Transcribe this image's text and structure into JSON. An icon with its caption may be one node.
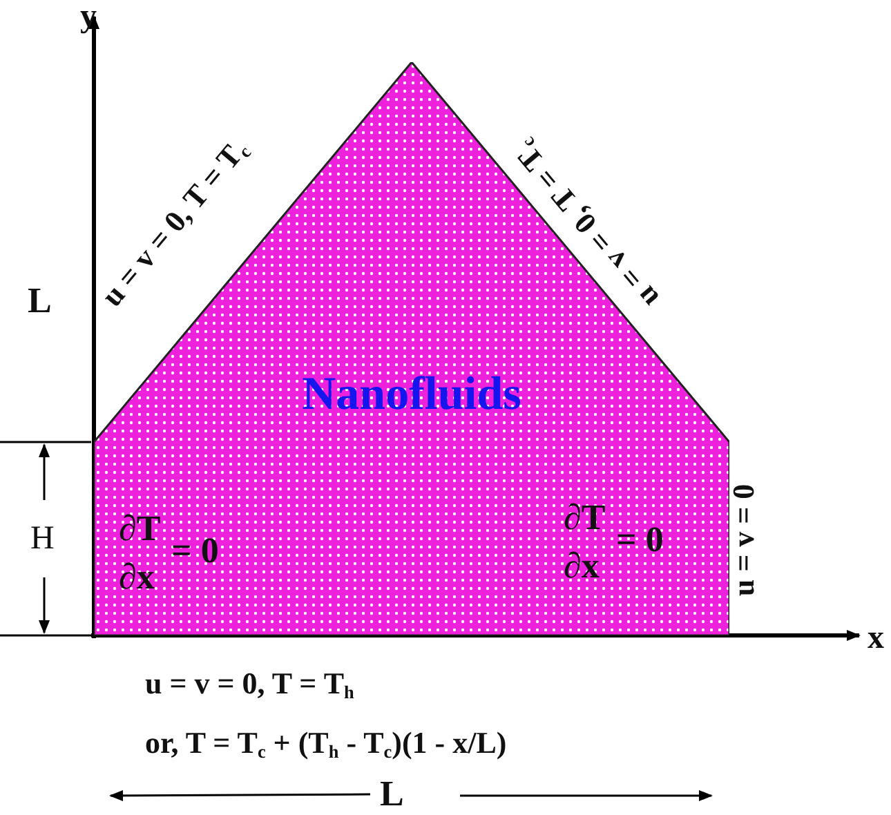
{
  "diagram": {
    "nodes": [
      {
        "text": [
          "Nanofluids"
        ]
      }
    ],
    "labels": [
      "y",
      "u = v = 0, T = T$_{c}$",
      "u = v = 0, T = T$_{c}$",
      "L",
      "H",
      "∂T",
      "∂x",
      "= 0",
      "∂T",
      "∂x",
      "= 0",
      "u = v = 0",
      "x",
      "u = v = 0, T = T$_{h}$",
      "or, T = T$_{c}$ + (T$_{h}$ - T$_{c}$)(1 - x/L)",
      "L"
    ]
  }
}
